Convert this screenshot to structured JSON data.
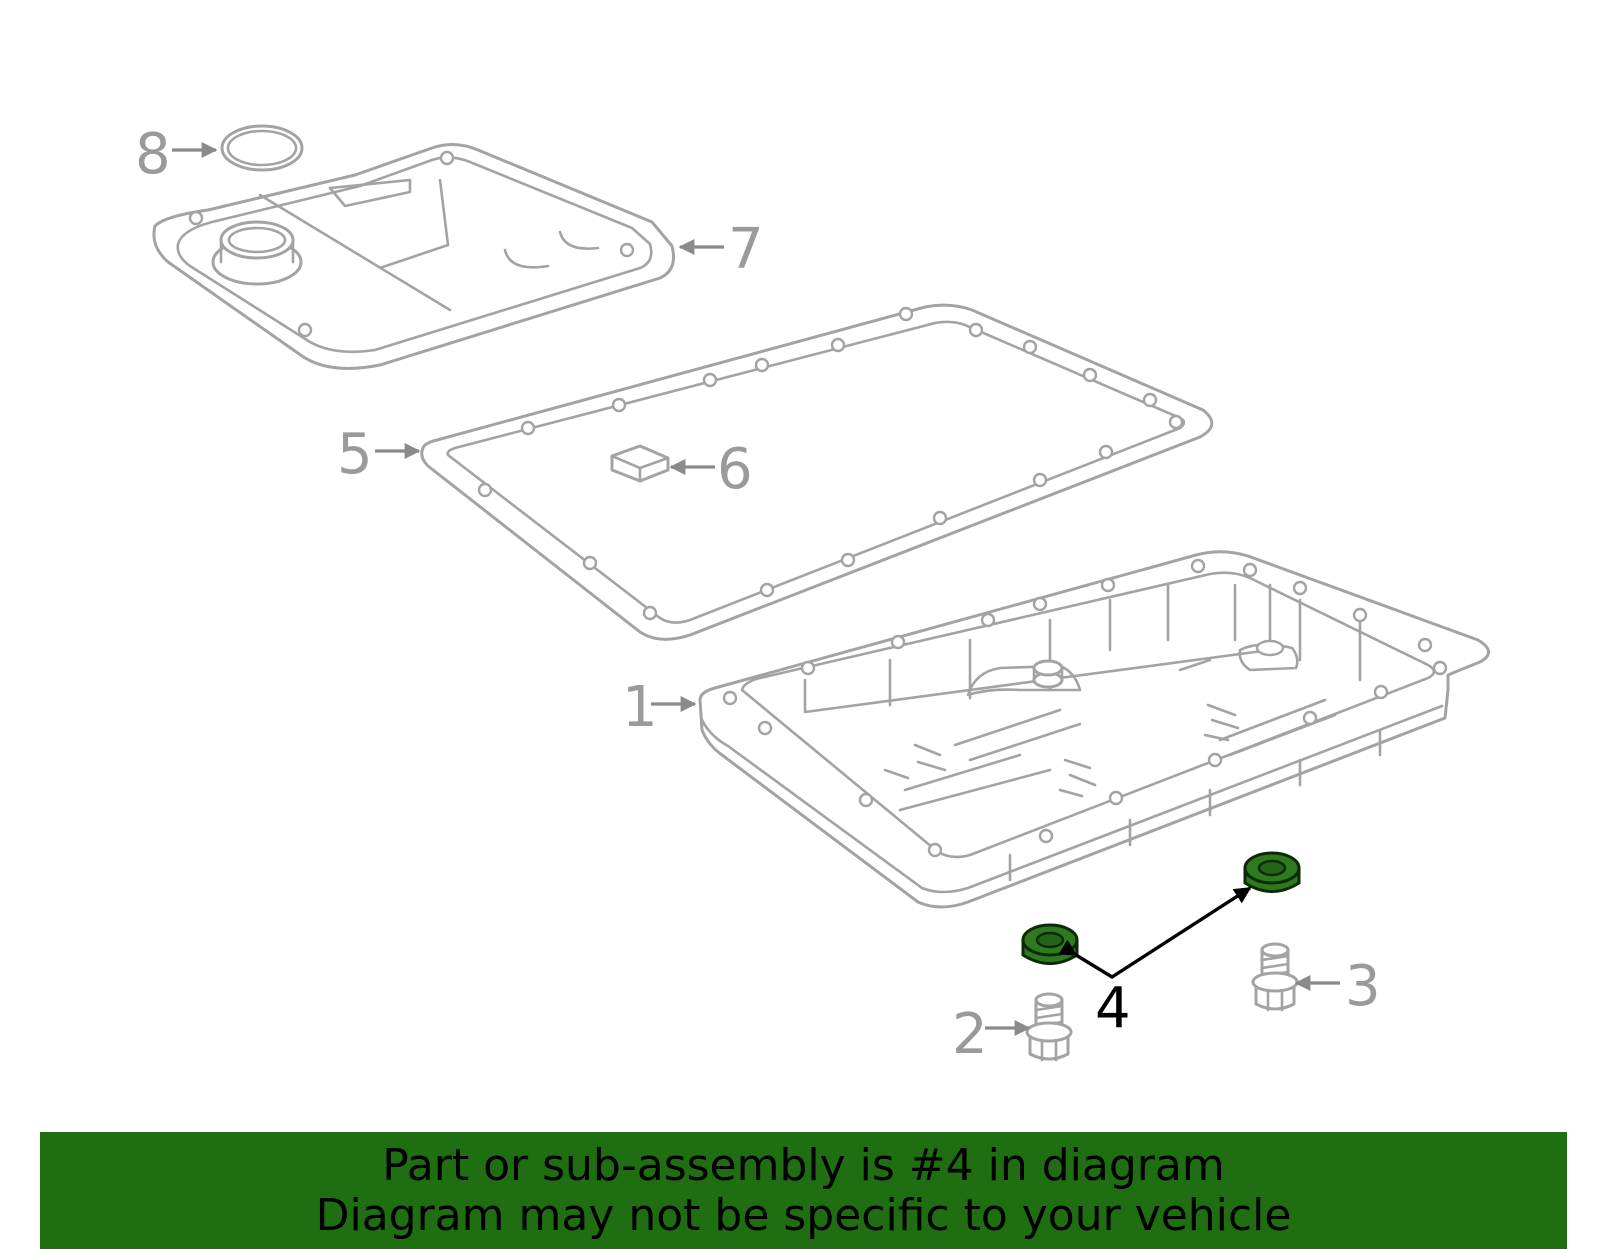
{
  "callouts": {
    "c1": "1",
    "c2": "2",
    "c3": "3",
    "c4": "4",
    "c5": "5",
    "c6": "6",
    "c7": "7",
    "c8": "8"
  },
  "highlight": {
    "part_number": "4",
    "color": "#2f7a1f"
  },
  "banner": {
    "line1": "Part or sub-assembly is #4 in diagram",
    "line2": "Diagram may not be specific to your vehicle",
    "color": "#1f6e12"
  }
}
